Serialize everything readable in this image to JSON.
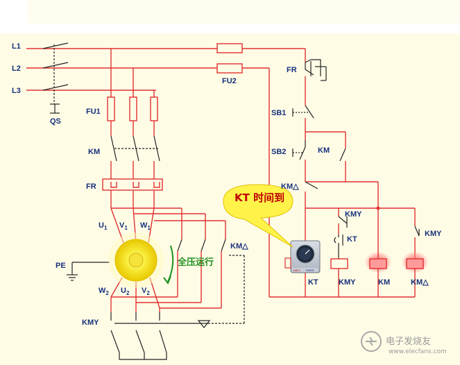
{
  "labels": {
    "L1": "L1",
    "L2": "L2",
    "L3": "L3",
    "QS": "QS",
    "FU1": "FU1",
    "FU2": "FU2",
    "KM_main": "KM",
    "FR_main": "FR",
    "U1": "U",
    "U1_sub": "1",
    "V1": "V",
    "V1_sub": "1",
    "W1": "W",
    "W1_sub": "1",
    "W2": "W",
    "W2_sub": "2",
    "U2": "U",
    "U2_sub": "2",
    "V2": "V",
    "V2_sub": "2",
    "PE": "PE",
    "KMdelta_main": "KM△",
    "KMY_main": "KMY",
    "FR_ctrl": "FR",
    "SB1": "SB1",
    "SB2": "SB2",
    "KM_ctrl": "KM",
    "KMdelta_ctrl": "KM△",
    "KMY_ctrl1": "KMY",
    "KT_contact": "KT",
    "KMY_ctrl2": "KMY",
    "coil_KT": "KT",
    "coil_KMY": "KMY",
    "coil_KM": "KM",
    "coil_KMdelta": "KM△",
    "timer_brand": "ANLY",
    "timer_model": "TIMER"
  },
  "callout": "KT 时间到",
  "run_label": "全压运行",
  "watermark": {
    "main": "电子发烧友",
    "sub": "www.elecfans.com"
  },
  "colors": {
    "wire": "#e03030",
    "label": "#14307a",
    "callout_bg": "#fff34a",
    "motor": "#f5e61a",
    "coil_glow": "#ff7070"
  }
}
